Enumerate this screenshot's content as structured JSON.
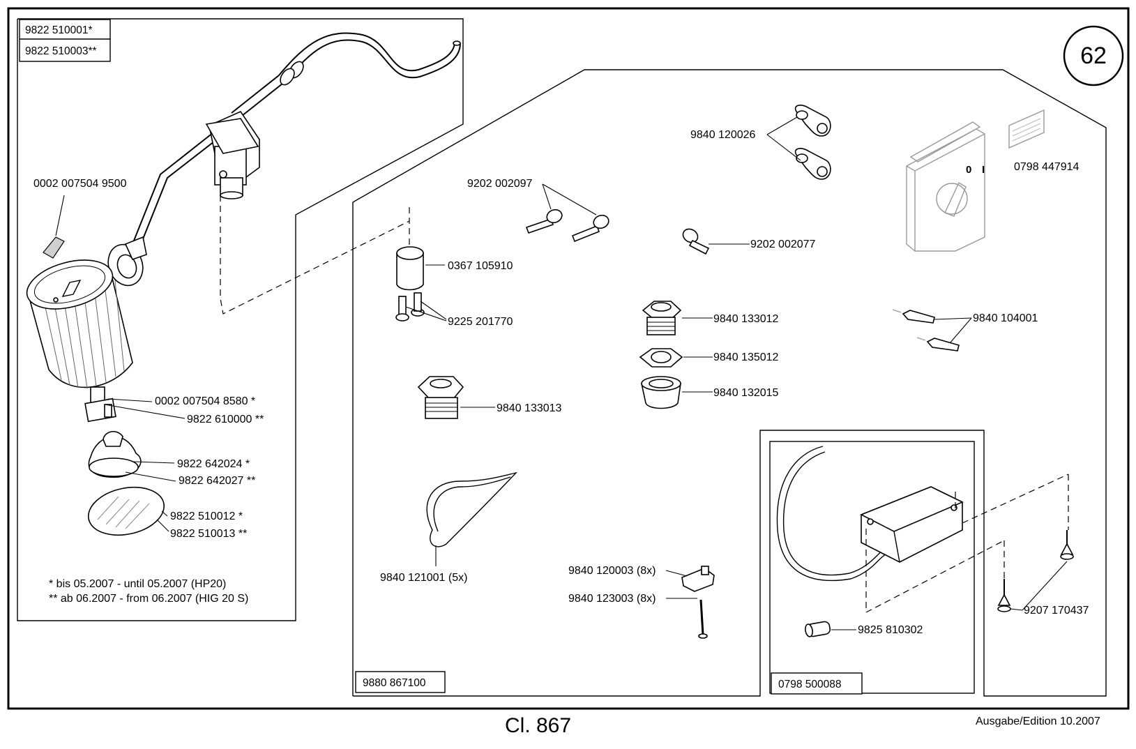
{
  "page_number": "62",
  "catalog_class": "Cl. 867",
  "edition": "Ausgabe/Edition   10.2007",
  "header_refs": [
    "9822 510001*",
    "9822 510003**"
  ],
  "footnotes": {
    "single": "*   bis 05.2007 - until 05.2007 (HP20)",
    "double": "**  ab 06.2007 - from 06.2007 (HIG 20 S)"
  },
  "parts": {
    "pull_handle": "0002 007504 9500",
    "holder_a": "0002 007504 8580 *",
    "holder_b": "9822 610000 **",
    "seal_a": "9822 642024 *",
    "seal_b": "9822 642027 **",
    "glass_a": "9822 510012 *",
    "glass_b": "9822 510013 **",
    "clamp": "9840 120026",
    "label_plate": "0798 447914",
    "screw_pair": "9202 002097",
    "screw_single": "9202 002077",
    "cap": "0367 105910",
    "cap_screws": "9225 201770",
    "gland_large": "9840 133012",
    "nut": "9840 135012",
    "gland_small": "9840 132015",
    "gland_left": "9840 133013",
    "terminal": "9840 104001",
    "cable_tie": "9840 121001 (5x)",
    "clip": "9840 120003 (8x)",
    "pin": "9840 123003 (8x)",
    "resistor": "9825 810302",
    "screw_tapping": "9207 170437"
  },
  "kits": {
    "kit_main": "9880 867100",
    "kit_filter": "0798 500088"
  },
  "switch_marks": {
    "off": "0",
    "on": "I"
  }
}
